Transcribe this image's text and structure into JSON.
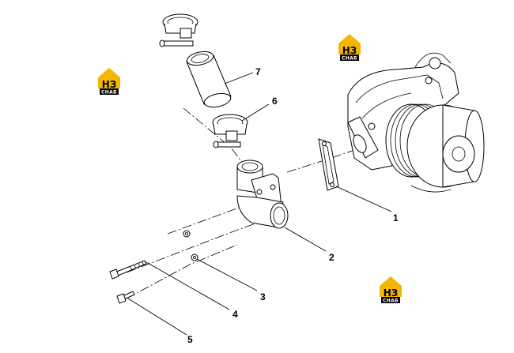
{
  "diagram": {
    "callouts": [
      {
        "id": "1",
        "label": "1"
      },
      {
        "id": "2",
        "label": "2"
      },
      {
        "id": "3",
        "label": "3"
      },
      {
        "id": "4",
        "label": "4"
      },
      {
        "id": "5",
        "label": "5"
      },
      {
        "id": "6",
        "label": "6"
      },
      {
        "id": "7",
        "label": "7"
      }
    ]
  },
  "watermark": {
    "top_text": "НЗ",
    "bottom_text": "СНАБ",
    "colors": {
      "house": "#f2b705",
      "panel": "#000000"
    }
  }
}
